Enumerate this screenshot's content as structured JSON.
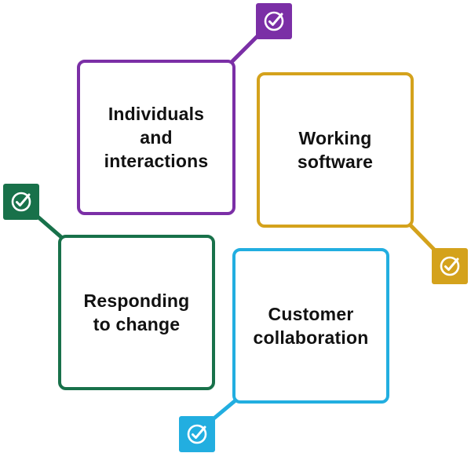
{
  "diagram": {
    "values": [
      {
        "id": "individuals",
        "label": "Individuals\nand\ninteractions",
        "color": "#7B2FA6",
        "badge_icon": "check-circle-icon"
      },
      {
        "id": "working",
        "label": "Working\nsoftware",
        "color": "#D4A21C",
        "badge_icon": "check-circle-icon"
      },
      {
        "id": "responding",
        "label": "Responding\nto change",
        "color": "#18714A",
        "badge_icon": "check-circle-icon"
      },
      {
        "id": "customer",
        "label": "Customer\ncollaboration",
        "color": "#22AEE0",
        "badge_icon": "check-circle-icon"
      }
    ]
  }
}
